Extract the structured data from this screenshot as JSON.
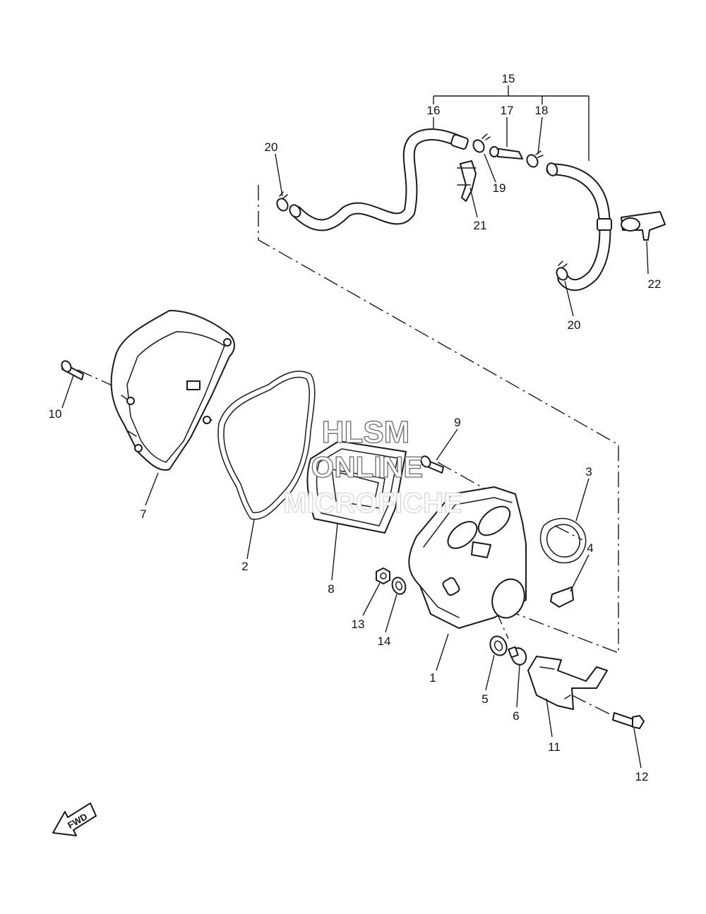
{
  "watermark": {
    "line1": "HLSM",
    "line2": "ONLINE",
    "line3": "MICROFICHE"
  },
  "fwd_label": "FWD",
  "callouts": [
    {
      "id": "c1",
      "text": "1"
    },
    {
      "id": "c2",
      "text": "2"
    },
    {
      "id": "c3",
      "text": "3"
    },
    {
      "id": "c4",
      "text": "4"
    },
    {
      "id": "c5",
      "text": "5"
    },
    {
      "id": "c6",
      "text": "6"
    },
    {
      "id": "c7",
      "text": "7"
    },
    {
      "id": "c8",
      "text": "8"
    },
    {
      "id": "c9",
      "text": "9"
    },
    {
      "id": "c10",
      "text": "10"
    },
    {
      "id": "c11",
      "text": "11"
    },
    {
      "id": "c12",
      "text": "12"
    },
    {
      "id": "c13",
      "text": "13"
    },
    {
      "id": "c14",
      "text": "14"
    },
    {
      "id": "c15",
      "text": "15"
    },
    {
      "id": "c16",
      "text": "16"
    },
    {
      "id": "c17",
      "text": "17"
    },
    {
      "id": "c18",
      "text": "18"
    },
    {
      "id": "c19",
      "text": "19"
    },
    {
      "id": "c20a",
      "text": "20"
    },
    {
      "id": "c20b",
      "text": "20"
    },
    {
      "id": "c21",
      "text": "21"
    },
    {
      "id": "c22",
      "text": "22"
    }
  ]
}
